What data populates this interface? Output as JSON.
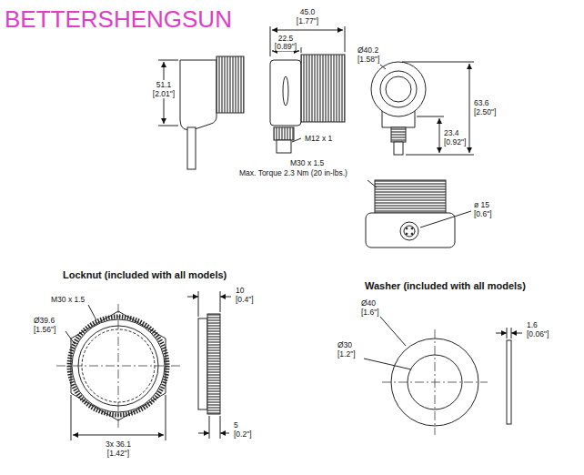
{
  "diagram": {
    "labels": [
      "BETTERSHENGSUN",
      "45.0",
      "[1.77\"]",
      "22.5",
      "[0.89\"]",
      "51.1",
      "[2.01\"]",
      "M12 x 1",
      "Ø40.2",
      "[1.58\"]",
      "63.6",
      "[2.50\"]",
      "23.4",
      "[0.92\"]",
      "M30 x 1.5",
      "Max. Torque 2.3 Nm (20 in-lbs.)",
      "ø 15",
      "[0.6\"]",
      "Locknut (included with all models)",
      "M30 x 1.5",
      "Ø39.6",
      "[1.56\"]",
      "3x 36.1",
      "[1.42\"]",
      "10",
      "[0.4\"]",
      "5",
      "[0.2\"]",
      "Washer (included with all models)",
      "Ø40",
      "[1.6\"]",
      "Ø30",
      "[1.2\"]",
      "1.6",
      "[0.06\"]"
    ]
  }
}
